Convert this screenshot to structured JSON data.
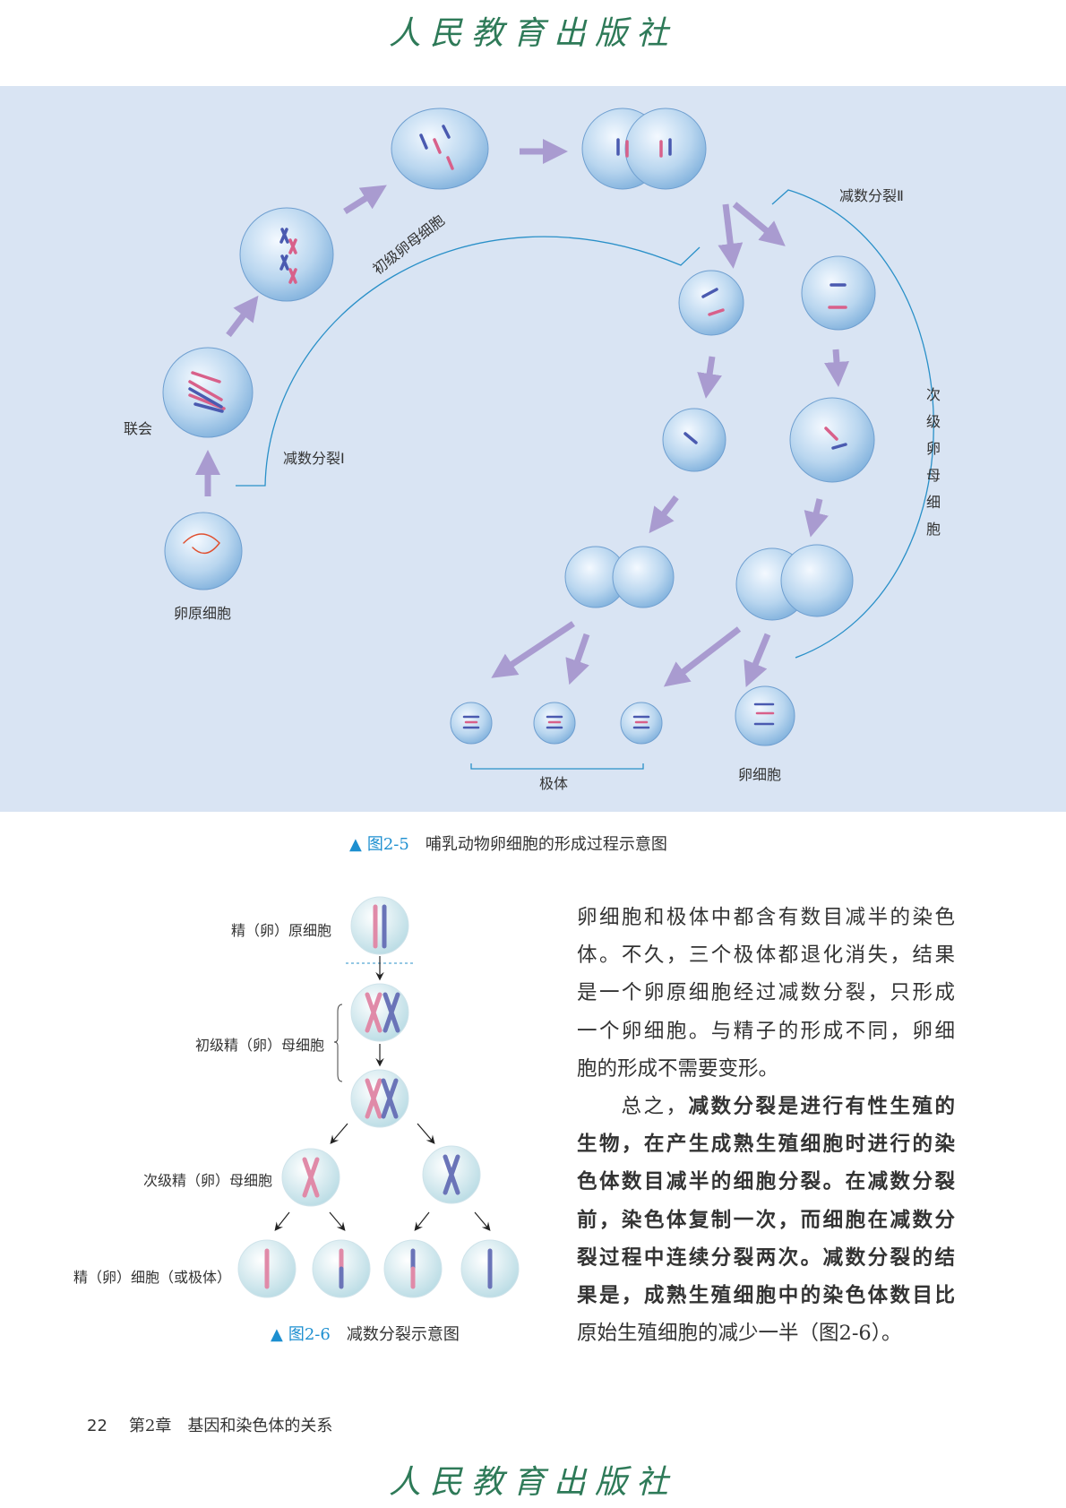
{
  "header": {
    "logo_text": "人民教育出版社"
  },
  "figure_2_5": {
    "labels": {
      "oogonium": "卵原细胞",
      "synapsis": "联会",
      "primary_oocyte": "初级卵母细胞",
      "meiosis_1": "减数分裂Ⅰ",
      "meiosis_2": "减数分裂Ⅱ",
      "secondary_oocyte": [
        "次",
        "级",
        "卵",
        "母",
        "细",
        "胞"
      ],
      "polar_body": "极体",
      "egg": "卵细胞"
    },
    "caption": {
      "number": "图2-5",
      "title": "哺乳动物卵细胞的形成过程示意图"
    }
  },
  "figure_2_6": {
    "labels": {
      "spermatogonium": "精（卵）原细胞",
      "primary": "初级精（卵）母细胞",
      "secondary": "次级精（卵）母细胞",
      "gamete": "精（卵）细胞（或极体）"
    },
    "caption": {
      "number": "图2-6",
      "title": "减数分裂示意图"
    }
  },
  "body_text": {
    "p1": [
      "卵细胞和极体中都含有数目减半的染色",
      "体。不久，三个极体都退化消失，结果",
      "是一个卵原细胞经过减数分裂，只形成",
      "一个卵细胞。与精子的形成不同，卵细",
      "胞的形成不需要变形。"
    ],
    "p2_lead": "总之，",
    "p2": [
      "减数分裂是进行有性生殖的",
      "生物，在产生成熟生殖细胞时进行的染",
      "色体数目减半的细胞分裂。在减数分裂",
      "前，染色体复制一次，而细胞在减数分",
      "裂过程中连续分裂两次。减数分裂的结",
      "果是，成熟生殖细胞中的染色体数目比"
    ],
    "p2_last": "原始生殖细胞的减少一半（图2-6）。"
  },
  "footer": {
    "page_number": "22",
    "chapter": "第2章",
    "chapter_title": "基因和染色体的关系"
  },
  "colors": {
    "accent": "#1d8fd0",
    "diagram_bg": "#d9e4f3",
    "arrow": "#a99bd0",
    "logo": "#2e7a58"
  }
}
